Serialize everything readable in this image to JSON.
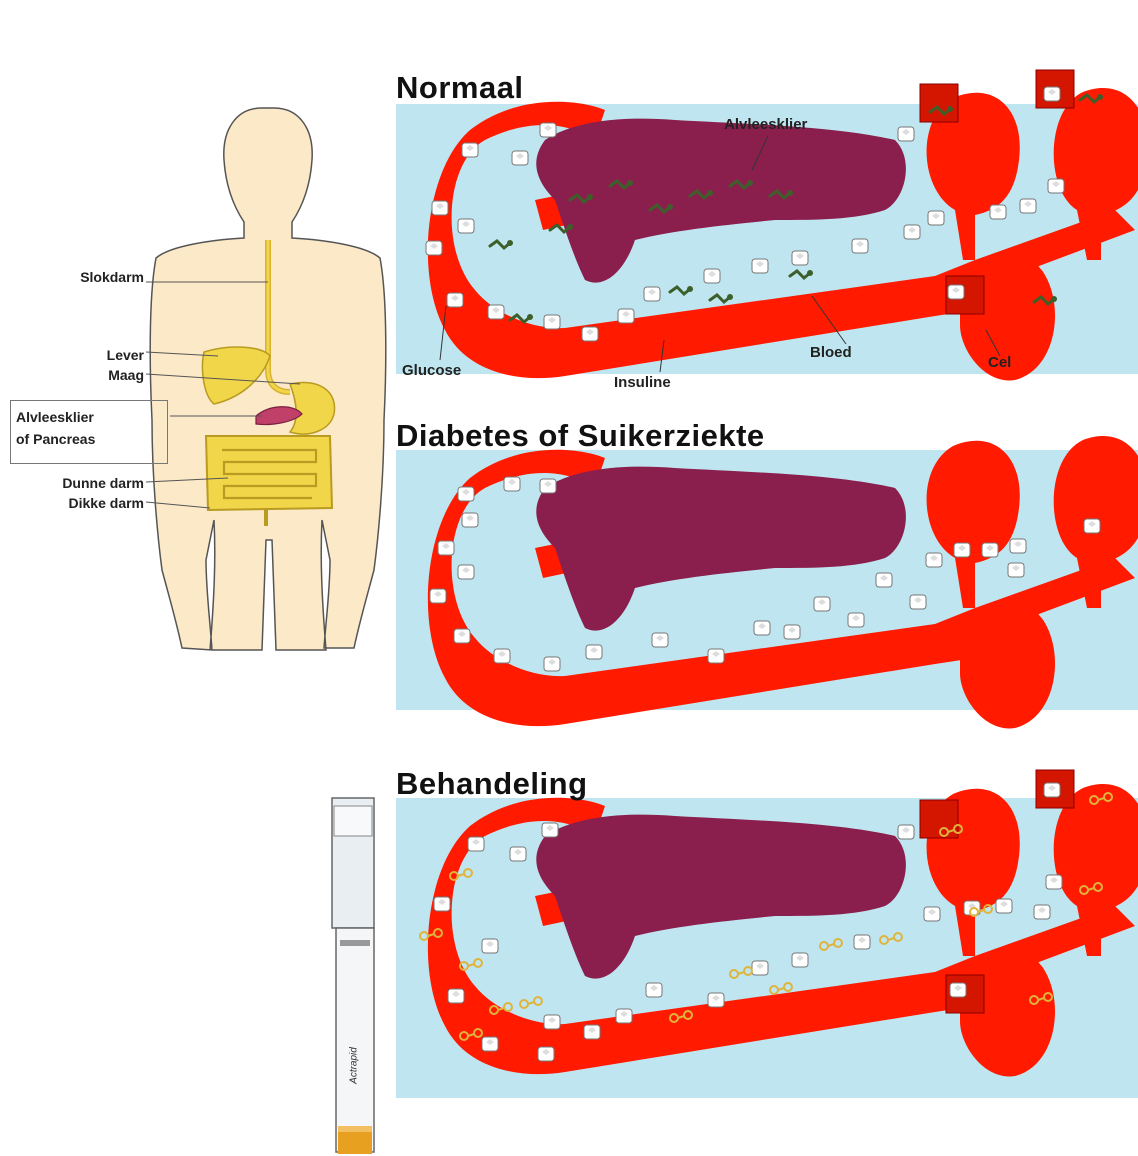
{
  "anatomy": {
    "labels": {
      "slokdarm": "Slokdarm",
      "lever": "Lever",
      "maag": "Maag",
      "alvleesklier_line1": "Alvleesklier",
      "alvleesklier_line2": "of Pancreas",
      "dunne_darm": "Dunne darm",
      "dikke_darm": "Dikke darm"
    }
  },
  "panels": {
    "normaal": {
      "title": "Normaal",
      "labels": {
        "alvleesklier": "Alvleesklier",
        "glucose": "Glucose",
        "insuline": "Insuline",
        "bloed": "Bloed",
        "cel": "Cel"
      }
    },
    "diabetes": {
      "title": "Diabetes of Suikerziekte"
    },
    "behandeling": {
      "title": "Behandeling"
    }
  },
  "pen": {
    "label": "Actrapid"
  },
  "colors": {
    "background_blue": "#bfe6f0",
    "vessel_red": "#ff1a00",
    "pancreas_purple": "#8a1f4e",
    "insulin_green": "#3d5f2a",
    "insulin_yellow": "#e0b43c",
    "skin": "#fbe9c8",
    "organ_yellow": "#f2d64a"
  }
}
